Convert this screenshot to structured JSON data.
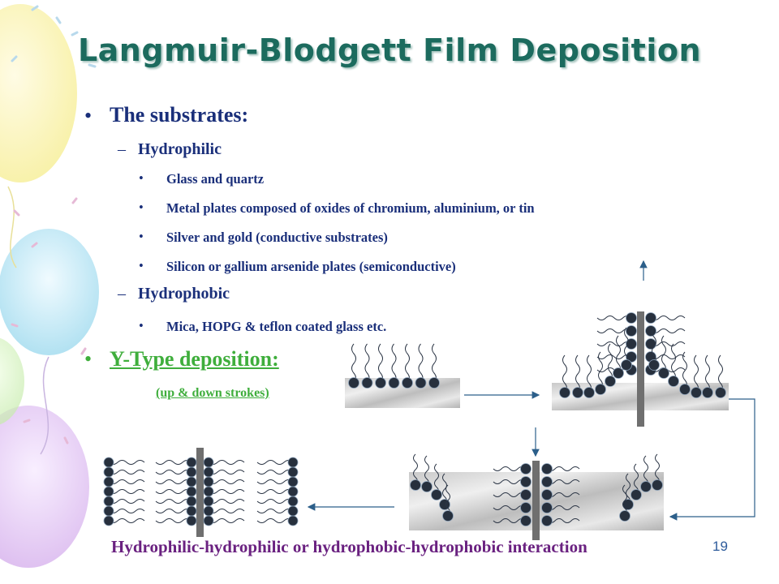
{
  "title": "Langmuir-Blodgett Film Deposition",
  "content": {
    "heading": "The substrates:",
    "hydrophilic_label": "Hydrophilic",
    "hydrophilic_items": [
      "Glass and quartz",
      "Metal plates composed of oxides of chromium, aluminium, or tin",
      "Silver and gold (conductive substrates)",
      "Silicon or gallium arsenide plates (semiconductive)"
    ],
    "hydrophobic_label": "Hydrophobic",
    "hydrophobic_items": [
      "Mica, HOPG & teflon coated glass etc."
    ],
    "ytype_label": "Y-Type deposition:",
    "ytype_sub": "(up & down strokes)"
  },
  "caption": "Hydrophilic-hydrophilic or hydrophobic-hydrophobic interaction",
  "page_number": "19",
  "colors": {
    "title": "#1c6b5e",
    "body_text": "#1a2f7a",
    "y_type": "#3fae3c",
    "caption": "#6a2180",
    "molecule_head": "#27303d",
    "arrow": "#2c5f8a"
  }
}
